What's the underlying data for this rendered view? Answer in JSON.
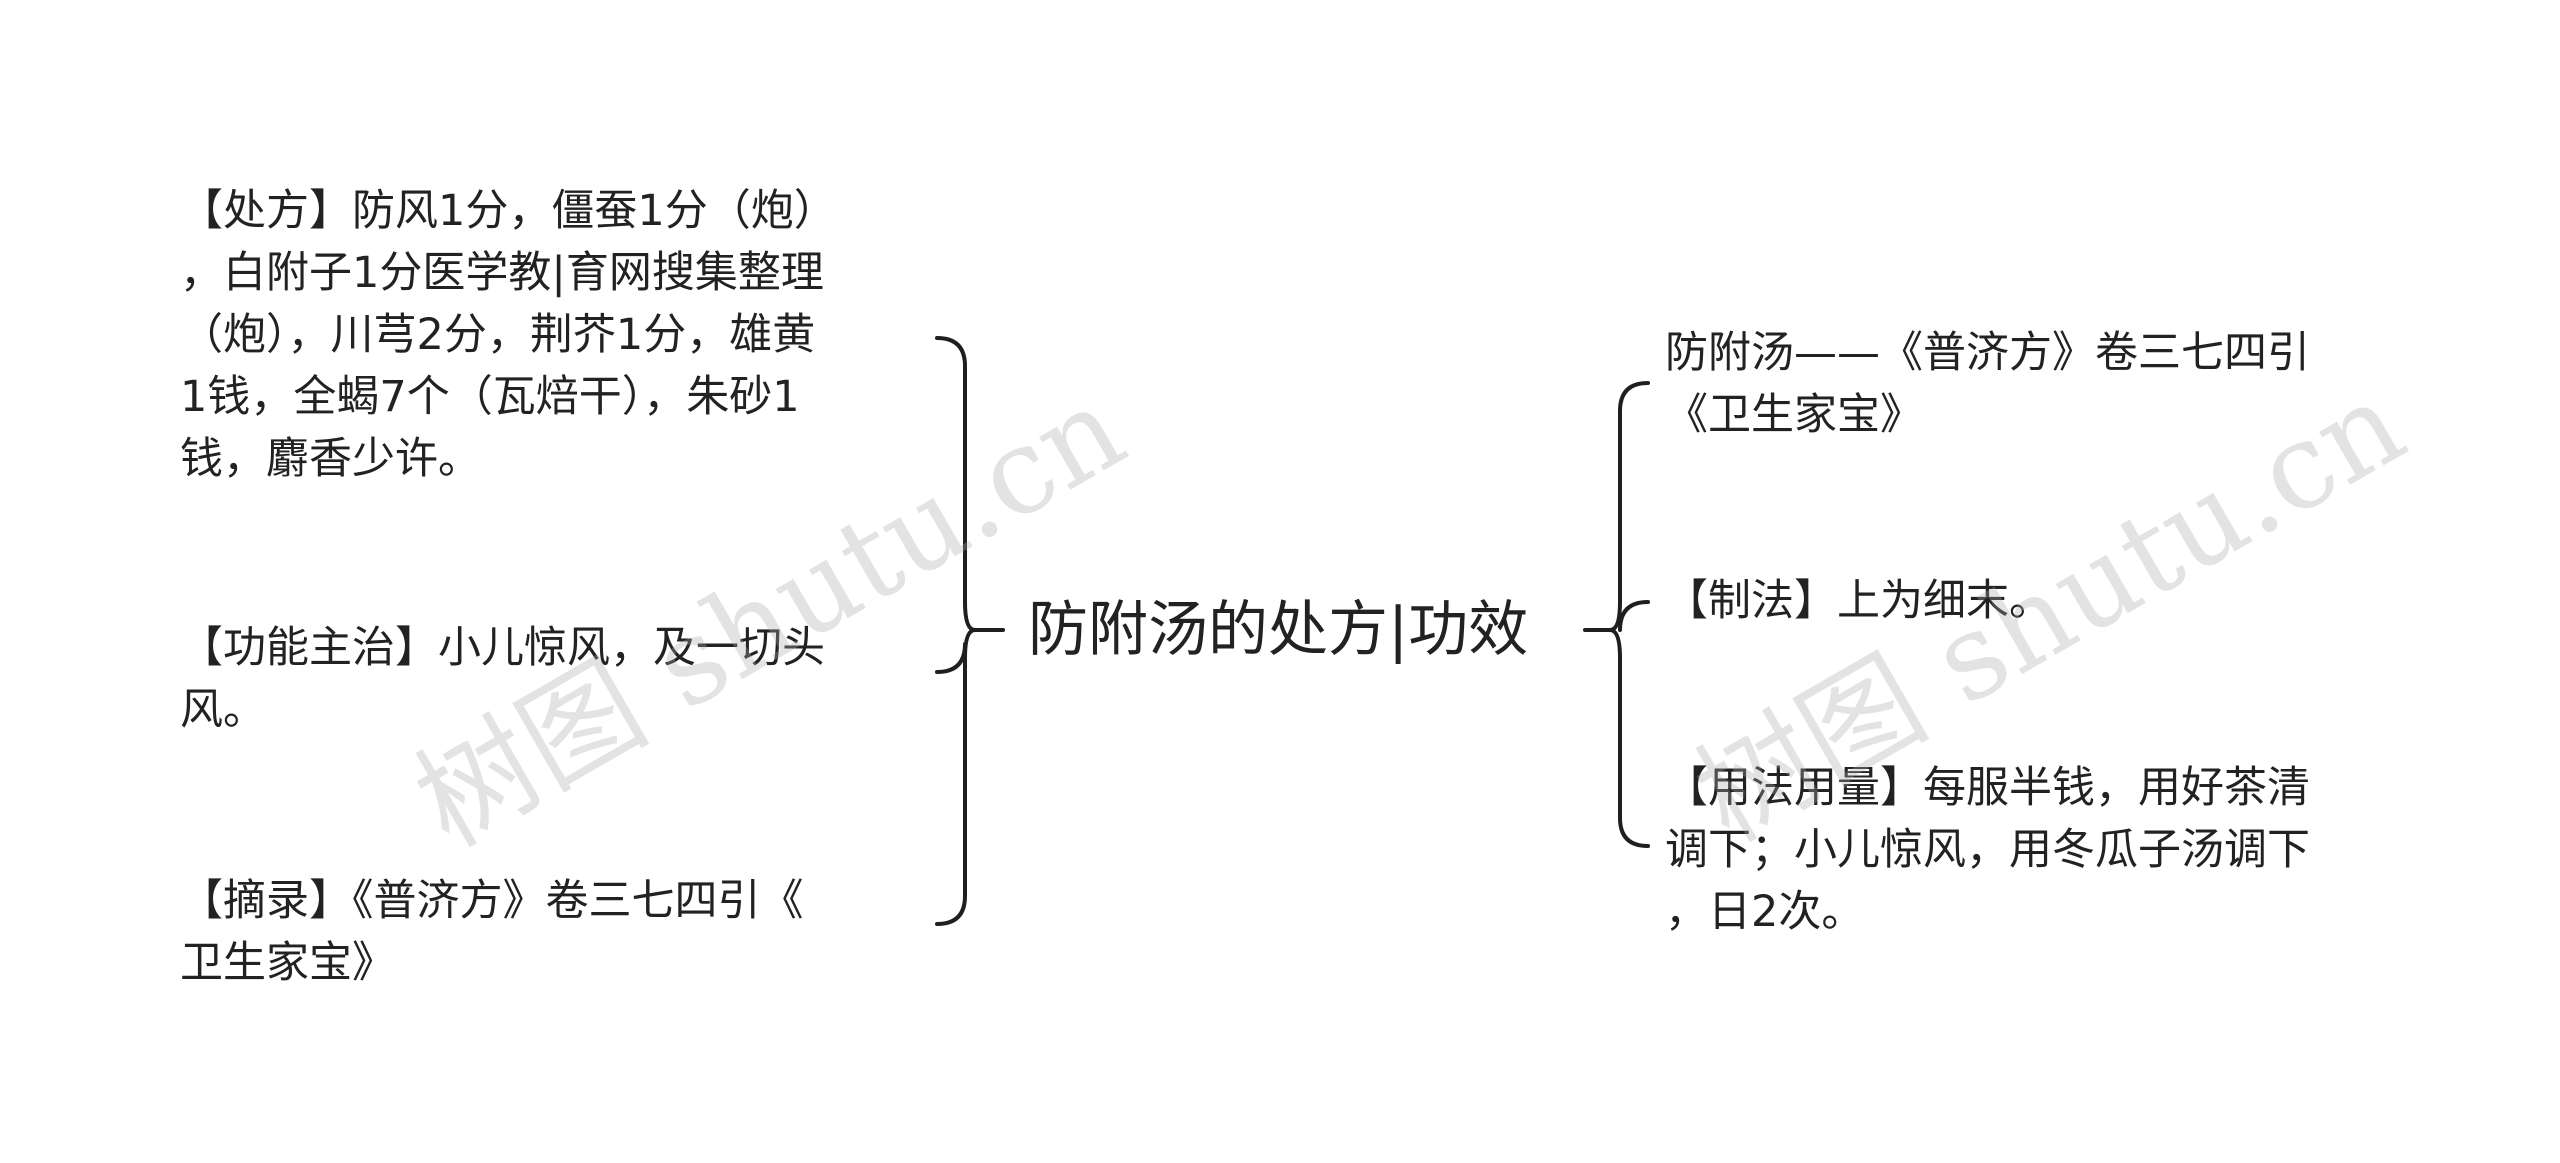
{
  "center": {
    "title": "防附汤的处方|功效"
  },
  "left_branches": [
    {
      "text": "【处方】防风1分，僵蚕1分（炮）\n，白附子1分医学教|育网搜集整理\n（炮），川芎2分，荆芥1分，雄黄\n1钱，全蝎7个（瓦焙干），朱砂1\n钱，麝香少许。"
    },
    {
      "text": "【功能主治】小儿惊风，及一切头\n风。"
    },
    {
      "text": "【摘录】《普济方》卷三七四引《\n卫生家宝》"
    }
  ],
  "right_branches": [
    {
      "text": "防附汤——《普济方》卷三七四引\n《卫生家宝》"
    },
    {
      "text": "【制法】上为细末。"
    },
    {
      "text": "【用法用量】每服半钱，用好茶清\n调下；小儿惊风，用冬瓜子汤调下\n，日2次。"
    }
  ],
  "watermark": {
    "text": "树图 shutu.cn"
  },
  "colors": {
    "line": "#1f1f1f",
    "text": "#222222",
    "watermark": "#aaaaaa"
  }
}
